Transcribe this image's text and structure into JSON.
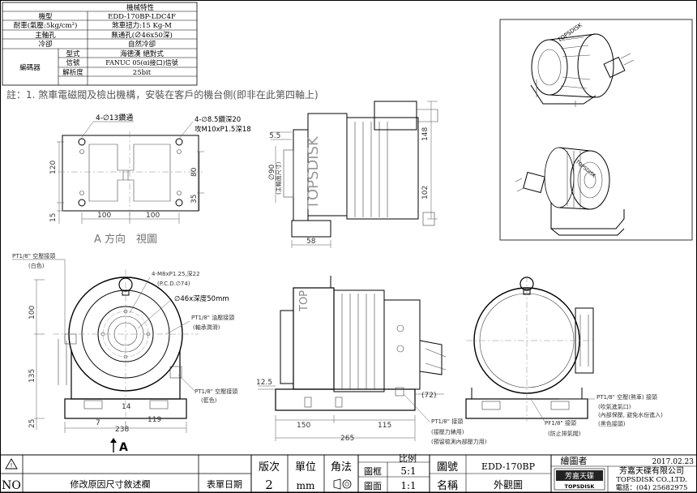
{
  "spec_table": {
    "title": "機械特性",
    "rows": [
      {
        "label": "機型",
        "value": "EDD-170BP-LDC4F"
      },
      {
        "label": "耐車(氣壓:5kg/cm²)",
        "value": "煞車扭力:15 Kg-M"
      },
      {
        "label": "主軸孔",
        "value": "無通孔(∅46x50深)"
      },
      {
        "label": "冷卻",
        "value": "自然冷卻"
      }
    ],
    "encoder_label": "編碼器",
    "encoder_rows": [
      {
        "label": "型式",
        "value": "海德漢 絕對式"
      },
      {
        "label": "信號",
        "value": "FANUC 05(αi接口)信號"
      },
      {
        "label": "解析度",
        "value": "25bit"
      }
    ]
  },
  "note": "註：1. 煞車電磁閥及檢出機構，安裝在客戶的機台側(即非在此第四軸上)",
  "view_a": {
    "label_holes": "4-∅13鑽通",
    "label_tap": "4-∅8.5鑽深20",
    "label_tap2": "攻M10xP1.5深18",
    "dim_120": "120",
    "dim_80": "80",
    "dim_35": "35",
    "dim_15": "15",
    "dim_100a": "100",
    "dim_100b": "100",
    "caption": "A 方向　視圖"
  },
  "side_top": {
    "dim_55": "5.5",
    "dim_148": "148",
    "dim_102": "102",
    "dim_58": "58",
    "dim_90": "∅90",
    "dim_90_note": "(主軸面尺寸)",
    "brand": "TOPSDISK"
  },
  "front": {
    "air_label": "PT1/8\" 空壓接頭",
    "air_label_sub": "(白色)",
    "m8_label": "4-M8xP1.25,深22",
    "pcd_label": "(P.C.D.∅74)",
    "bore_label": "∅46x深度50mm",
    "oil_label": "PT1/8\" 油壓接頭",
    "oil_label_sub": "(軸承潤滑)",
    "air2_label": "PT1/8\" 空壓接頭",
    "air2_label_sub": "(藍色)",
    "dim_100": "100",
    "dim_135": "135",
    "dim_25": "25",
    "dim_7": "7",
    "dim_14": "14",
    "dim_119": "119",
    "dim_238": "238",
    "arrow_label": "A"
  },
  "side": {
    "dim_125": "12.5",
    "dim_150": "150",
    "dim_115": "115",
    "dim_265": "265",
    "dim_72": "(72)",
    "brand": "TOP",
    "pt_label": "PT1/8\" 接頭",
    "pt_sub1": "(接壓力錶用)",
    "pt_sub2": "(預留檢測內部壓力用)"
  },
  "rear": {
    "label": "PT1/8\" 空壓(煞車) 接頭",
    "sub1": "(吹氣進氣口)",
    "sub2": "(內部保壓, 避免水份進入)",
    "sub3": "(黑色接頭)",
    "pf_label": "PF1/8\" 接頭",
    "pf_sub": "(防止排氣閥)"
  },
  "title_block": {
    "rev_symbol": "NO",
    "rev_desc": "修改原因尺寸敘述欄",
    "unit_date_label": "表單日期",
    "version_label": "版次",
    "version_value": "2",
    "unit_label": "單位",
    "unit_value": "mm",
    "projection_label": "角法",
    "scale_label": "比例",
    "frame_label": "圖框",
    "frame_value": "5:1",
    "face_label": "圖面",
    "face_value": "1:1",
    "dwg_no_label": "圖號",
    "dwg_no_value": "EDD-170BP",
    "name_label": "名稱",
    "name_value": "外觀圖",
    "drawer_label": "繪圖者",
    "date": "2017.02.23",
    "company": "芳嘉天碟有限公司",
    "company_en": "TOPSDISK CO.,LTD.",
    "phone": "電話：(04) 25682975",
    "logo_text": "芳嘉天碟",
    "logo_en": "TOPSDISK"
  }
}
